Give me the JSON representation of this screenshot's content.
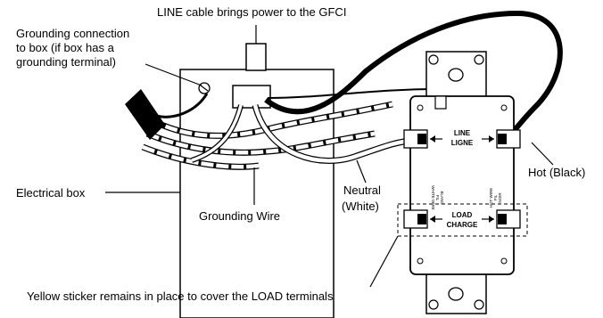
{
  "labels": {
    "line_cable": "LINE cable brings power to the GFCI",
    "grounding_connection_1": "Grounding connection",
    "grounding_connection_2": "to box (if box has a",
    "grounding_connection_3": "grounding terminal)",
    "electrical_box": "Electrical box",
    "grounding_wire": "Grounding Wire",
    "neutral_1": "Neutral",
    "neutral_2": "(White)",
    "hot": "Hot (Black)",
    "yellow_sticker": "Yellow sticker remains in place to cover the LOAD terminals"
  },
  "receptacle": {
    "line_1": "LINE",
    "line_2": "LIGNE",
    "load_1": "LOAD",
    "load_2": "CHARGE",
    "white_wire_1": "WHITE WIRE",
    "white_wire_2": "FIL",
    "white_wire_3": "BLANC",
    "hot_wire_1": "HOT WIRE",
    "hot_wire_2": "FIL",
    "hot_wire_3": "NOIR"
  }
}
